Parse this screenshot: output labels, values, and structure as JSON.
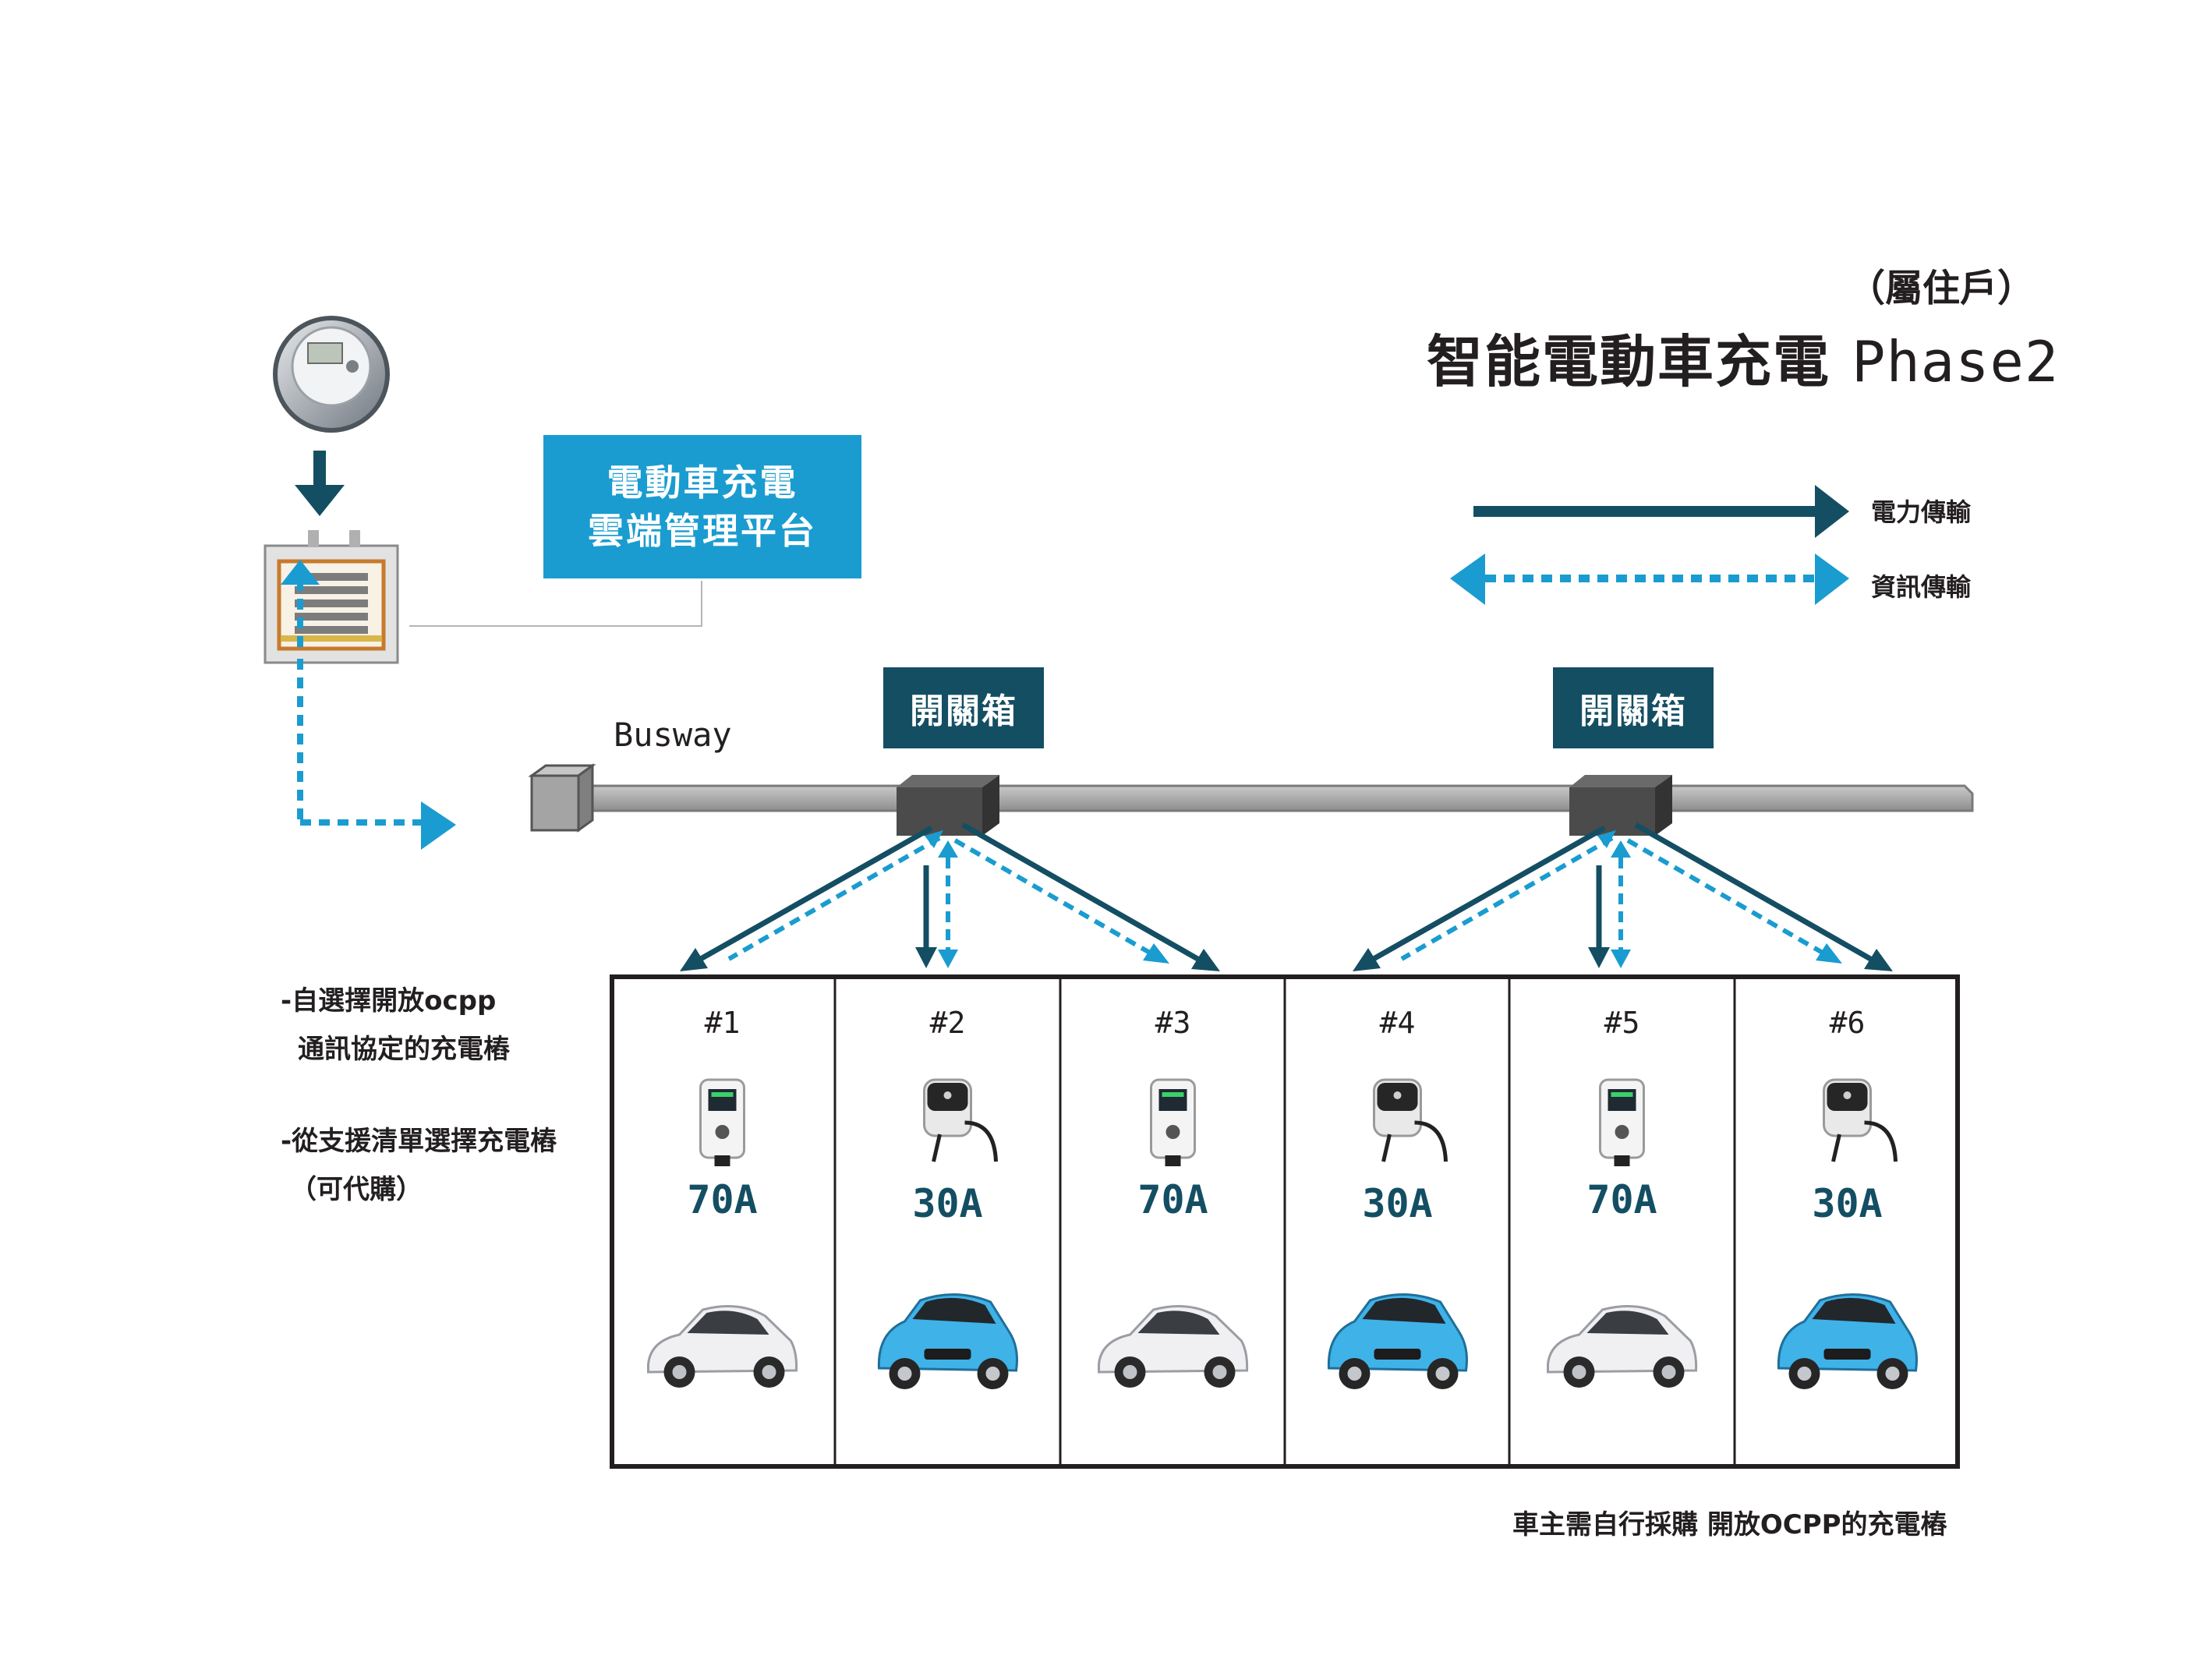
{
  "title": {
    "subtitle": "（屬住戶）",
    "main": "智能電動車充電",
    "phase": "Phase2"
  },
  "cloud_platform": {
    "line1": "電動車充電",
    "line2": "雲端管理平台"
  },
  "legend": {
    "power": "電力傳輸",
    "data": "資訊傳輸"
  },
  "switchboxes": [
    "開關箱",
    "開關箱"
  ],
  "busway_label": "Busway",
  "notes": {
    "line1": "-自選擇開放ocpp",
    "line2": "通訊協定的充電樁",
    "line3": "-從支援清單選擇充電樁",
    "line4": "（可代購）"
  },
  "stations": [
    {
      "num": "#1",
      "amp": "70A",
      "charger": "white-charger",
      "car": "white-sedan"
    },
    {
      "num": "#2",
      "amp": "30A",
      "charger": "black-wallbox",
      "car": "blue-compact"
    },
    {
      "num": "#3",
      "amp": "70A",
      "charger": "white-charger",
      "car": "white-sedan"
    },
    {
      "num": "#4",
      "amp": "30A",
      "charger": "black-wallbox",
      "car": "blue-compact"
    },
    {
      "num": "#5",
      "amp": "70A",
      "charger": "white-charger",
      "car": "white-sedan"
    },
    {
      "num": "#6",
      "amp": "30A",
      "charger": "black-wallbox",
      "car": "blue-compact"
    }
  ],
  "footer": "車主需自行採購  開放OCPP的充電樁",
  "colors": {
    "power_arrow": "#144e63",
    "data_arrow": "#1a9cd0",
    "cloud_box": "#1a9cd0",
    "switch_box": "#144e63",
    "car_blue": "#3fb2e8"
  }
}
